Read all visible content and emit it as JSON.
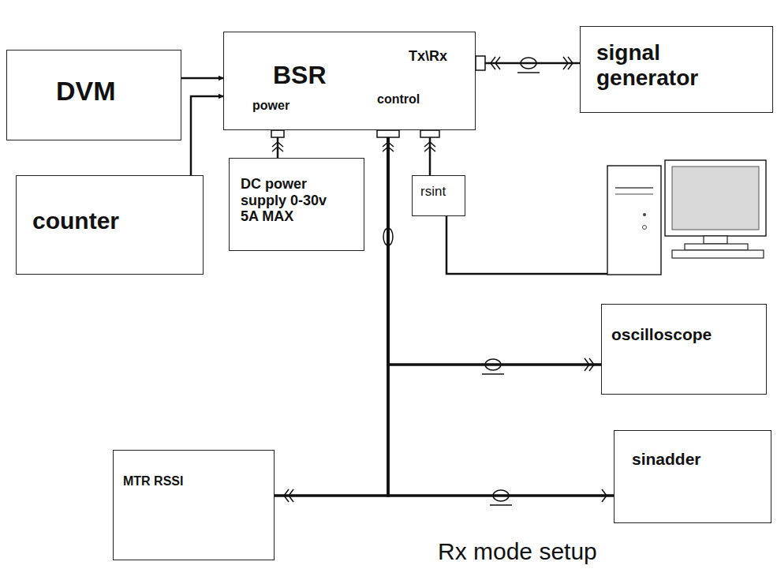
{
  "diagram": {
    "caption": "Rx mode setup",
    "nodes": [
      {
        "text": [
          "DVM"
        ]
      },
      {
        "text": [
          "BSR",
          "Tx\\Rx",
          "power",
          "control"
        ]
      },
      {
        "text": [
          "signal generator"
        ]
      },
      {
        "text": [
          "counter"
        ]
      },
      {
        "text": [
          "DC power supply 0-30v 5A MAX"
        ]
      },
      {
        "text": [
          "rsint"
        ]
      },
      {
        "text": [
          "oscilloscope"
        ]
      },
      {
        "text": [
          "MTR RSSI"
        ]
      },
      {
        "text": [
          "sinadder"
        ]
      }
    ],
    "edges": [
      {
        "from": 0,
        "to": 1,
        "arrow": "to"
      },
      {
        "from": 3,
        "to": 1,
        "arrow": "to"
      },
      {
        "from": 4,
        "to": 1,
        "arrow": "none"
      },
      {
        "from": 5,
        "to": 1,
        "arrow": "none"
      },
      {
        "from": 1,
        "to": 2,
        "arrow": "none"
      },
      {
        "from": 1,
        "to": 6,
        "arrow": "none"
      },
      {
        "from": 1,
        "to": 7,
        "arrow": "none"
      },
      {
        "from": 1,
        "to": 8,
        "arrow": "none"
      }
    ]
  }
}
